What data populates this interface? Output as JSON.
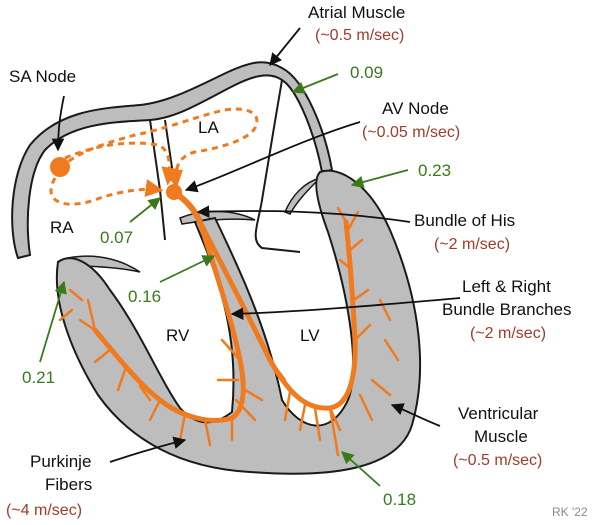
{
  "colors": {
    "outline": "#1a1a1a",
    "wall_fill": "#bdbdbd",
    "conduction": "#f07a1e",
    "timing_green": "#3a7a1a",
    "speed_red": "#a33a2a",
    "signature": "#8a8a8a"
  },
  "chambers": {
    "ra": "RA",
    "la": "LA",
    "rv": "RV",
    "lv": "LV"
  },
  "labels": {
    "sa_node": "SA Node",
    "atrial_muscle": "Atrial Muscle",
    "atrial_muscle_speed": "(~0.5 m/sec)",
    "av_node": "AV Node",
    "av_node_speed": "(~0.05 m/sec)",
    "bundle_of_his": "Bundle of His",
    "bundle_of_his_speed": "(~2 m/sec)",
    "bundle_branches_1": "Left & Right",
    "bundle_branches_2": "Bundle Branches",
    "bundle_branches_speed": "(~2 m/sec)",
    "ventricular_1": "Ventricular",
    "ventricular_2": "Muscle",
    "ventricular_speed": "(~0.5 m/sec)",
    "purkinje_1": "Purkinje",
    "purkinje_2": "Fibers",
    "purkinje_speed": "(~4 m/sec)"
  },
  "timings": {
    "atrial": "0.09",
    "av_node": "0.07",
    "lv_top": "0.23",
    "bundle": "0.16",
    "rv_wall": "0.21",
    "lv_bottom": "0.18"
  },
  "signature": "RK '22"
}
